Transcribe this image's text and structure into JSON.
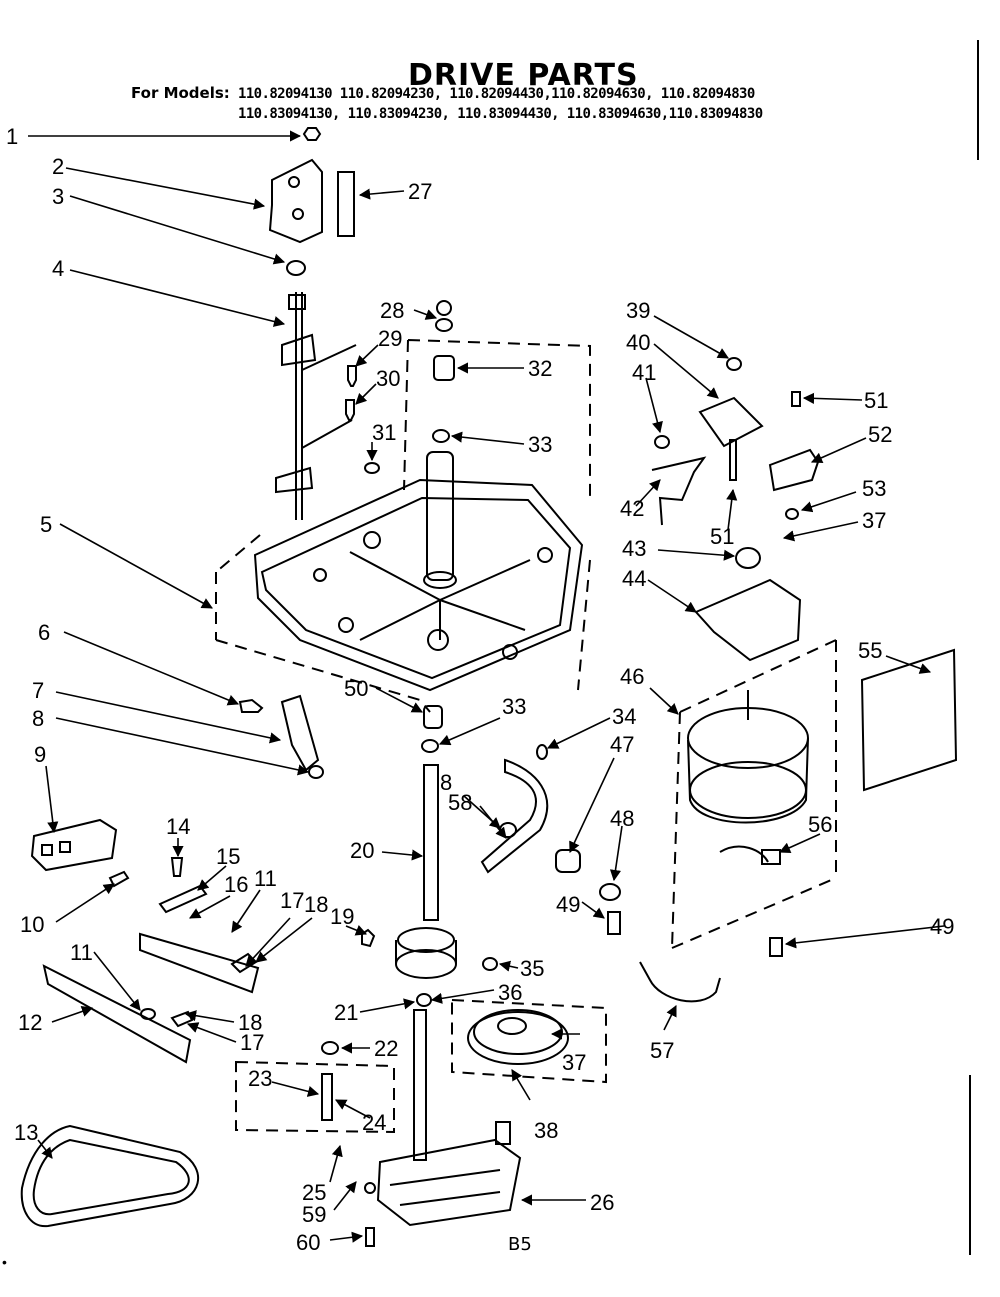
{
  "header": {
    "title": "DRIVE PARTS",
    "models_label": "For Models:",
    "models_line1": "110.82094130  110.82094230, 110.82094430,110.82094630, 110.82094830",
    "models_line2": "110.83094130, 110.83094230, 110.83094430, 110.83094630,110.83094830"
  },
  "footer": {
    "page_code": "B5"
  },
  "callouts": [
    {
      "id": "c1",
      "text": "1"
    },
    {
      "id": "c2",
      "text": "2"
    },
    {
      "id": "c3",
      "text": "3"
    },
    {
      "id": "c4",
      "text": "4"
    },
    {
      "id": "c27",
      "text": "27"
    },
    {
      "id": "c28",
      "text": "28"
    },
    {
      "id": "c29",
      "text": "29"
    },
    {
      "id": "c30",
      "text": "30"
    },
    {
      "id": "c31",
      "text": "31"
    },
    {
      "id": "c32",
      "text": "32"
    },
    {
      "id": "c33a",
      "text": "33"
    },
    {
      "id": "c5",
      "text": "5"
    },
    {
      "id": "c39",
      "text": "39"
    },
    {
      "id": "c40",
      "text": "40"
    },
    {
      "id": "c41",
      "text": "41"
    },
    {
      "id": "c51a",
      "text": "51"
    },
    {
      "id": "c52",
      "text": "52"
    },
    {
      "id": "c42",
      "text": "42"
    },
    {
      "id": "c51b",
      "text": "51"
    },
    {
      "id": "c53",
      "text": "53"
    },
    {
      "id": "c37a",
      "text": "37"
    },
    {
      "id": "c43",
      "text": "43"
    },
    {
      "id": "c44",
      "text": "44"
    },
    {
      "id": "c6",
      "text": "6"
    },
    {
      "id": "c50",
      "text": "50"
    },
    {
      "id": "c33b",
      "text": "33"
    },
    {
      "id": "c34",
      "text": "34"
    },
    {
      "id": "c7",
      "text": "7"
    },
    {
      "id": "c8a",
      "text": "8"
    },
    {
      "id": "c46",
      "text": "46"
    },
    {
      "id": "c55",
      "text": "55"
    },
    {
      "id": "c47",
      "text": "47"
    },
    {
      "id": "c9",
      "text": "9"
    },
    {
      "id": "c8b",
      "text": "8"
    },
    {
      "id": "c58",
      "text": "58"
    },
    {
      "id": "c14",
      "text": "14"
    },
    {
      "id": "c15",
      "text": "15"
    },
    {
      "id": "c16",
      "text": "16"
    },
    {
      "id": "c11a",
      "text": "11"
    },
    {
      "id": "c20",
      "text": "20"
    },
    {
      "id": "c48",
      "text": "48"
    },
    {
      "id": "c56",
      "text": "56"
    },
    {
      "id": "c10",
      "text": "10"
    },
    {
      "id": "c17a",
      "text": "17"
    },
    {
      "id": "c18a",
      "text": "18"
    },
    {
      "id": "c19",
      "text": "19"
    },
    {
      "id": "c49a",
      "text": "49"
    },
    {
      "id": "c49b",
      "text": "49"
    },
    {
      "id": "c11b",
      "text": "11"
    },
    {
      "id": "c35",
      "text": "35"
    },
    {
      "id": "c12",
      "text": "12"
    },
    {
      "id": "c18b",
      "text": "18"
    },
    {
      "id": "c21",
      "text": "21"
    },
    {
      "id": "c36",
      "text": "36"
    },
    {
      "id": "c17b",
      "text": "17"
    },
    {
      "id": "c57",
      "text": "57"
    },
    {
      "id": "c22",
      "text": "22"
    },
    {
      "id": "c37b",
      "text": "37"
    },
    {
      "id": "c23",
      "text": "23"
    },
    {
      "id": "c24",
      "text": "24"
    },
    {
      "id": "c38",
      "text": "38"
    },
    {
      "id": "c13",
      "text": "13"
    },
    {
      "id": "c26",
      "text": "26"
    },
    {
      "id": "c25",
      "text": "25"
    },
    {
      "id": "c59",
      "text": "59"
    },
    {
      "id": "c60",
      "text": "60"
    }
  ]
}
